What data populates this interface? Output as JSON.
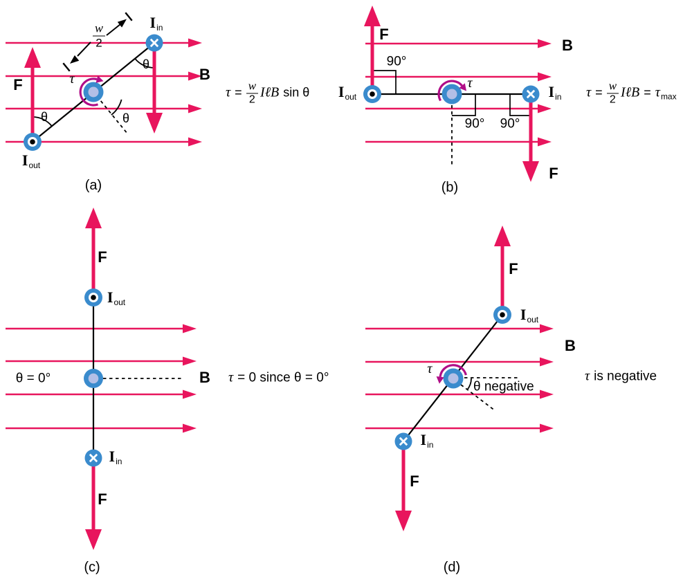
{
  "figure": {
    "colors": {
      "field_line": "#e8155d",
      "force_arrow": "#e8155d",
      "torque_arrow": "#b00d87",
      "conductor_blue": "#3a8bcd",
      "pivot_center": "#b3bfe6",
      "line_black": "#000000"
    },
    "labels": {
      "force": "F",
      "field": "B",
      "theta": "θ",
      "tau": "τ",
      "right_angle": "90°",
      "current": "I",
      "out": "out",
      "in": "in",
      "w": "w",
      "two": "2"
    },
    "panels": {
      "a": {
        "caption": "(a)",
        "equation": {
          "tau": "τ",
          "equals": "=",
          "num": "w",
          "den": "2",
          "factors": "IℓB",
          "suffix": "sin θ"
        }
      },
      "b": {
        "caption": "(b)",
        "equation": {
          "tau": "τ",
          "equals": "=",
          "num": "w",
          "den": "2",
          "factors": "IℓB",
          "equals2": "=",
          "tau_max": "τ",
          "max_sub": "max"
        }
      },
      "c": {
        "caption": "(c)",
        "angle_note": "θ = 0°",
        "equation": {
          "tau": "τ",
          "text": "= 0 since θ = 0°"
        }
      },
      "d": {
        "caption": "(d)",
        "angle_note": "θ negative",
        "equation": {
          "tau": "τ",
          "text": "is negative"
        }
      }
    }
  }
}
